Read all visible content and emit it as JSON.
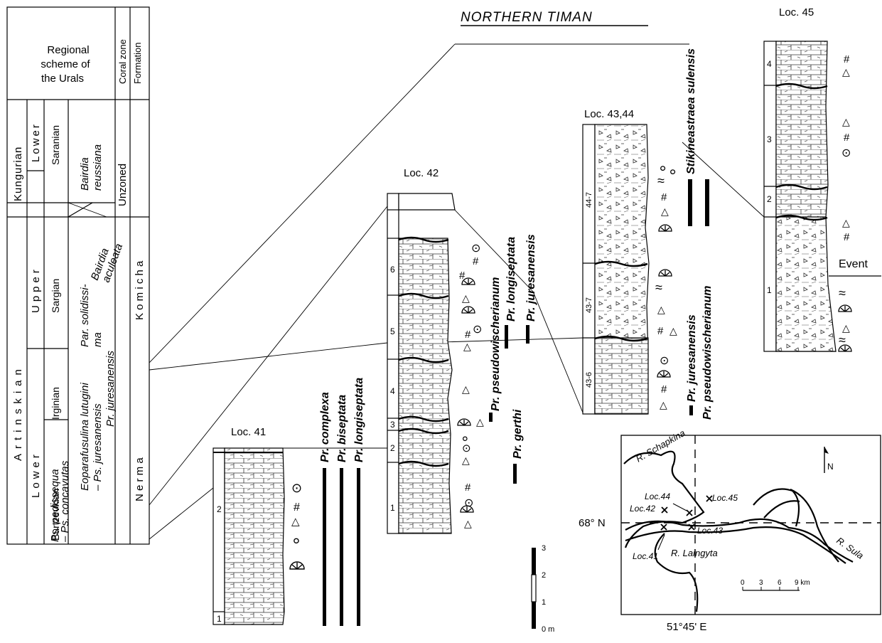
{
  "title": "NORTHERN TIMAN",
  "scheme": {
    "header": [
      "Regional",
      "scheme of",
      "the  Urals"
    ],
    "coral_zone_label": "Coral zone",
    "formation_label": "Formation",
    "stages": [
      "Kungurian",
      "Artinskian"
    ],
    "substages": [
      "Lower",
      "Upper",
      "Lower"
    ],
    "horizons": [
      "Saranian",
      "Sargian",
      "Irginian",
      "Burtzevkian"
    ],
    "zones": {
      "bairdia_reussiana": [
        "Bairdia",
        "reussiana"
      ],
      "bairdia_aculeata": [
        "Bairdia",
        "aculeata"
      ],
      "par_solidissima": [
        "Par. solidissi-",
        "ma"
      ],
      "eoparafusulina": [
        "Eoparafusulina lutugini",
        "– Ps. juresanensis"
      ],
      "ps_pedissequa": [
        "Ps. pedissequa",
        "– Ps. concavutas"
      ]
    },
    "coral_zones": [
      "Unzoned",
      "Pr. juresanensis"
    ],
    "formations": [
      "K o m i c h a",
      "N e r m a"
    ]
  },
  "localities": {
    "loc41": {
      "label": "Loc. 41",
      "units": [
        "1",
        "2"
      ],
      "taxa": [
        "Pr. complexa",
        "Pr. biseptata",
        "Pr. longiseptata"
      ]
    },
    "loc42": {
      "label": "Loc. 42",
      "units": [
        "1",
        "2",
        "3",
        "4",
        "5",
        "6"
      ],
      "taxa": [
        "Pr. pseudowischerianum",
        "Pr. longiseptata",
        "Pr. juresanensis",
        "Pr. gerthi"
      ]
    },
    "loc4344": {
      "label": "Loc. 43,44",
      "units": [
        "43-6",
        "43-7",
        "44-7"
      ],
      "taxa": [
        "Stikineastraea sulensis",
        "Pr. juresanensis",
        "Pr. pseudowischerianum"
      ]
    },
    "loc45": {
      "label": "Loc. 45",
      "units": [
        "1",
        "2",
        "3",
        "4"
      ],
      "event": "Event"
    }
  },
  "scale": {
    "ticks": [
      "3",
      "2",
      "1",
      "0 m"
    ]
  },
  "map": {
    "north": "N",
    "lat": "68° N",
    "lon": "51°45' E",
    "rivers": [
      "R. Schapkina",
      "R. Sula",
      "R. Laingyta"
    ],
    "locs": [
      "Loc.44",
      "Loc.45",
      "Loc.42",
      "Loc.43",
      "Loc.41"
    ],
    "scalebar": [
      "0",
      "3",
      "6",
      "9 km"
    ]
  },
  "symbols": {
    "hash": "#",
    "dot": "⊙",
    "tri": "△",
    "spiral": "๐",
    "wave": "≈"
  }
}
